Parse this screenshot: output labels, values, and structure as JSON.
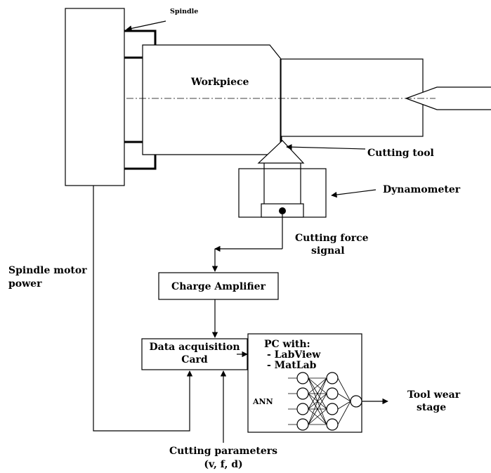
{
  "labels": {
    "spindle": "Spindle",
    "workpiece": "Workpiece",
    "cutting_tool": "Cutting tool",
    "dynamometer": "Dynamometer",
    "cutting_force_1": "Cutting force",
    "cutting_force_2": "signal",
    "spindle_motor_1": "Spindle motor",
    "spindle_motor_2": "power",
    "charge_amplifier": "Charge Amplifier",
    "daq_1": "Data acquisition",
    "daq_2": "Card",
    "pc_heading": "PC  with:",
    "pc_item_1": "-    LabView",
    "pc_item_2": "-    MatLab",
    "ann": "ANN",
    "tool_wear_1": "Tool wear",
    "tool_wear_2": "stage",
    "cutting_params_1": "Cutting parameters",
    "cutting_params_2": "(v, f, d)"
  },
  "colors": {
    "stroke": "#000000",
    "background": "#ffffff"
  }
}
